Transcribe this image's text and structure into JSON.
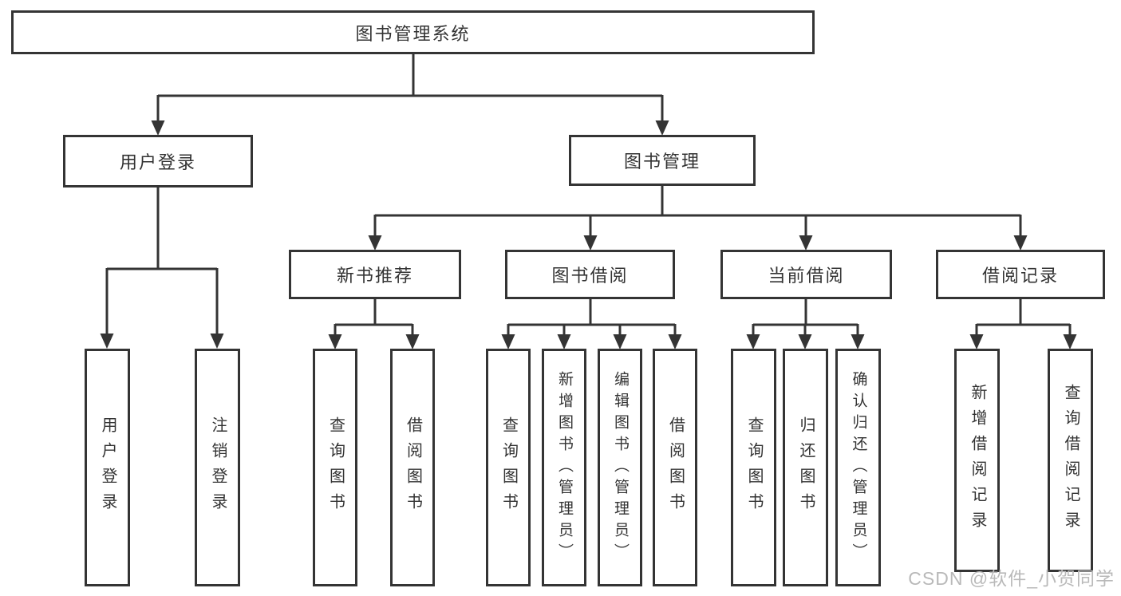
{
  "tree": {
    "root": "图书管理系统",
    "login": {
      "label": "用户登录",
      "children": [
        "用户登录",
        "注销登录"
      ]
    },
    "management": {
      "label": "图书管理",
      "groups": [
        {
          "label": "新书推荐",
          "children": [
            "查询图书",
            "借阅图书"
          ]
        },
        {
          "label": "图书借阅",
          "children": [
            "查询图书",
            "新增图书（管理员）",
            "编辑图书（管理员）",
            "借阅图书"
          ]
        },
        {
          "label": "当前借阅",
          "children": [
            "查询图书",
            "归还图书",
            "确认归还（管理员）"
          ]
        },
        {
          "label": "借阅记录",
          "children": [
            "新增借阅记录",
            "查询借阅记录"
          ]
        }
      ]
    }
  },
  "watermark": "CSDN @软件_小贺同学",
  "colors": {
    "line": "#343434",
    "text": "#333333",
    "box_border": "#343434",
    "box_background": "#ffffff",
    "page_background": "#ffffff",
    "watermark": "#b9b9b9"
  }
}
